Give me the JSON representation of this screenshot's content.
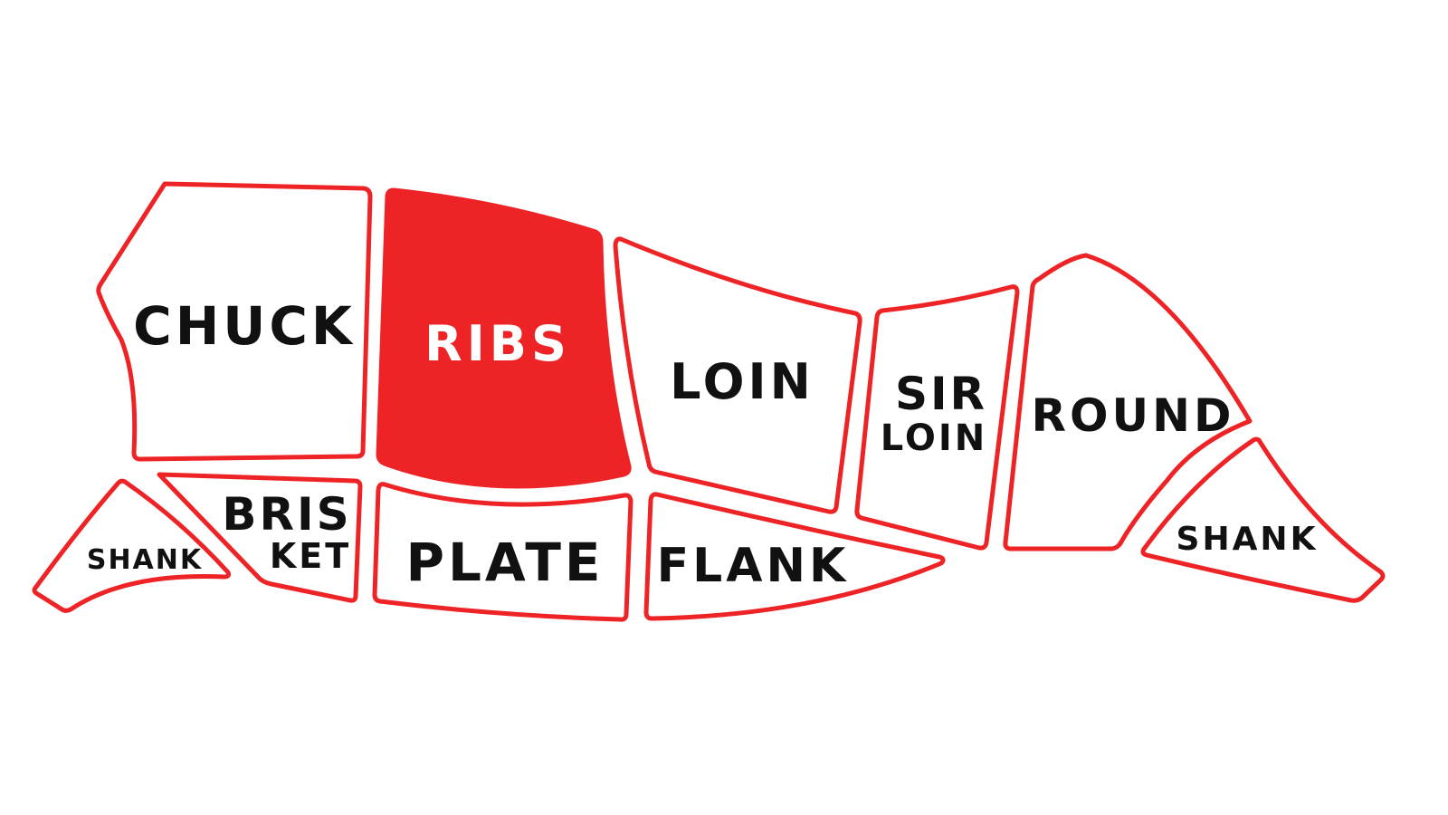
{
  "colors": {
    "accent": "#ee2326",
    "text": "#111111",
    "background": "#ffffff",
    "selected_text": "#ffffff"
  },
  "selected_cut": "ribs",
  "cuts": {
    "chuck": {
      "label": "CHUCK"
    },
    "ribs": {
      "label": "RIBS"
    },
    "loin": {
      "label": "LOIN"
    },
    "sirloin": {
      "label_line1": "SIR",
      "label_line2": "LOIN"
    },
    "round": {
      "label": "ROUND"
    },
    "shank_front": {
      "label": "SHANK"
    },
    "brisket": {
      "label_line1": "BRIS",
      "label_line2": "KET"
    },
    "plate": {
      "label": "PLATE"
    },
    "flank": {
      "label": "FLANK"
    },
    "shank_rear": {
      "label": "SHANK"
    }
  }
}
